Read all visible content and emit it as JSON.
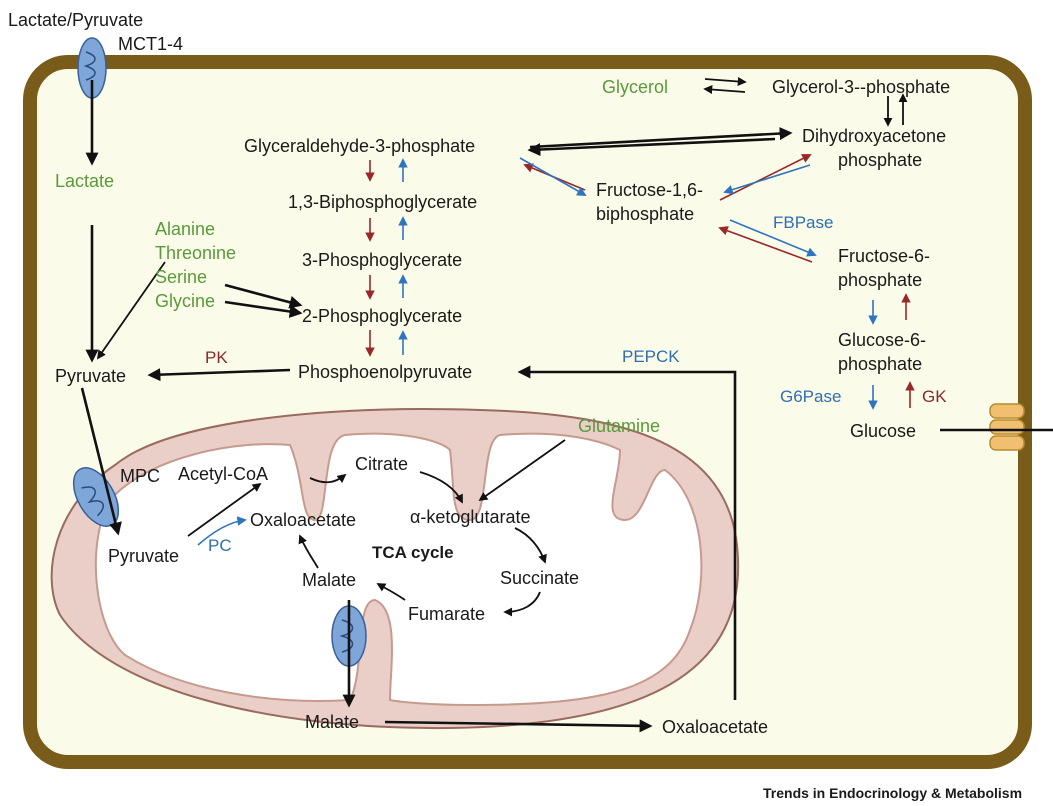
{
  "labels": {
    "lactate_pyruvate": "Lactate/Pyruvate",
    "mct": "MCT1-4",
    "lactate": "Lactate",
    "alanine": "Alanine",
    "threonine": "Threonine",
    "serine": "Serine",
    "glycine": "Glycine",
    "pyruvate_cyto": "Pyruvate",
    "pk": "PK",
    "glycerol": "Glycerol",
    "glycerol3p": "Glycerol-3--phosphate",
    "g3p": "Glyceraldehyde-3-phosphate",
    "dhap_1": "Dihydroxyacetone",
    "dhap_2": "phosphate",
    "bpg": "1,3-Biphosphoglycerate",
    "pg3": "3-Phosphoglycerate",
    "pg2": "2-Phosphoglycerate",
    "pep": "Phosphoenolpyruvate",
    "f16bp_1": "Fructose-1,6-",
    "f16bp_2": "biphosphate",
    "fbpase": "FBPase",
    "f6p_1": "Fructose-6-",
    "f6p_2": "phosphate",
    "g6p_1": "Glucose-6-",
    "g6p_2": "phosphate",
    "g6pase": "G6Pase",
    "gk": "GK",
    "glucose": "Glucose",
    "pepck": "PEPCK",
    "glutamine": "Glutamine",
    "mpc": "MPC",
    "acetylcoa": "Acetyl-CoA",
    "citrate": "Citrate",
    "akg": "α-ketoglutarate",
    "oaa_mito": "Oxaloacetate",
    "pyruvate_mito": "Pyruvate",
    "pc": "PC",
    "tca": "TCA cycle",
    "malate_mito": "Malate",
    "succinate": "Succinate",
    "fumarate": "Fumarate",
    "malate_out": "Malate",
    "oaa_out": "Oxaloacetate",
    "credit": "Trends in Endocrinology & Metabolism"
  },
  "colors": {
    "cell_border": "#7a5c1a",
    "cell_fill": "#fbfbea",
    "mito_outer": "#e9cfc8",
    "mito_outer_stroke": "#9a6a5e",
    "mito_inner": "#ffffff",
    "transporter": "#7fa6d8",
    "channel": "#f0c070",
    "metabolite_green": "#5a9a3a",
    "enzyme_blue": "#2f6fb0",
    "enzyme_red": "#8a2a2a",
    "arrow_red": "#9a2828",
    "arrow_blue": "#2f74c0"
  },
  "icons": [
    "transporter-icon",
    "channel-icon",
    "mitochondrion-icon"
  ]
}
